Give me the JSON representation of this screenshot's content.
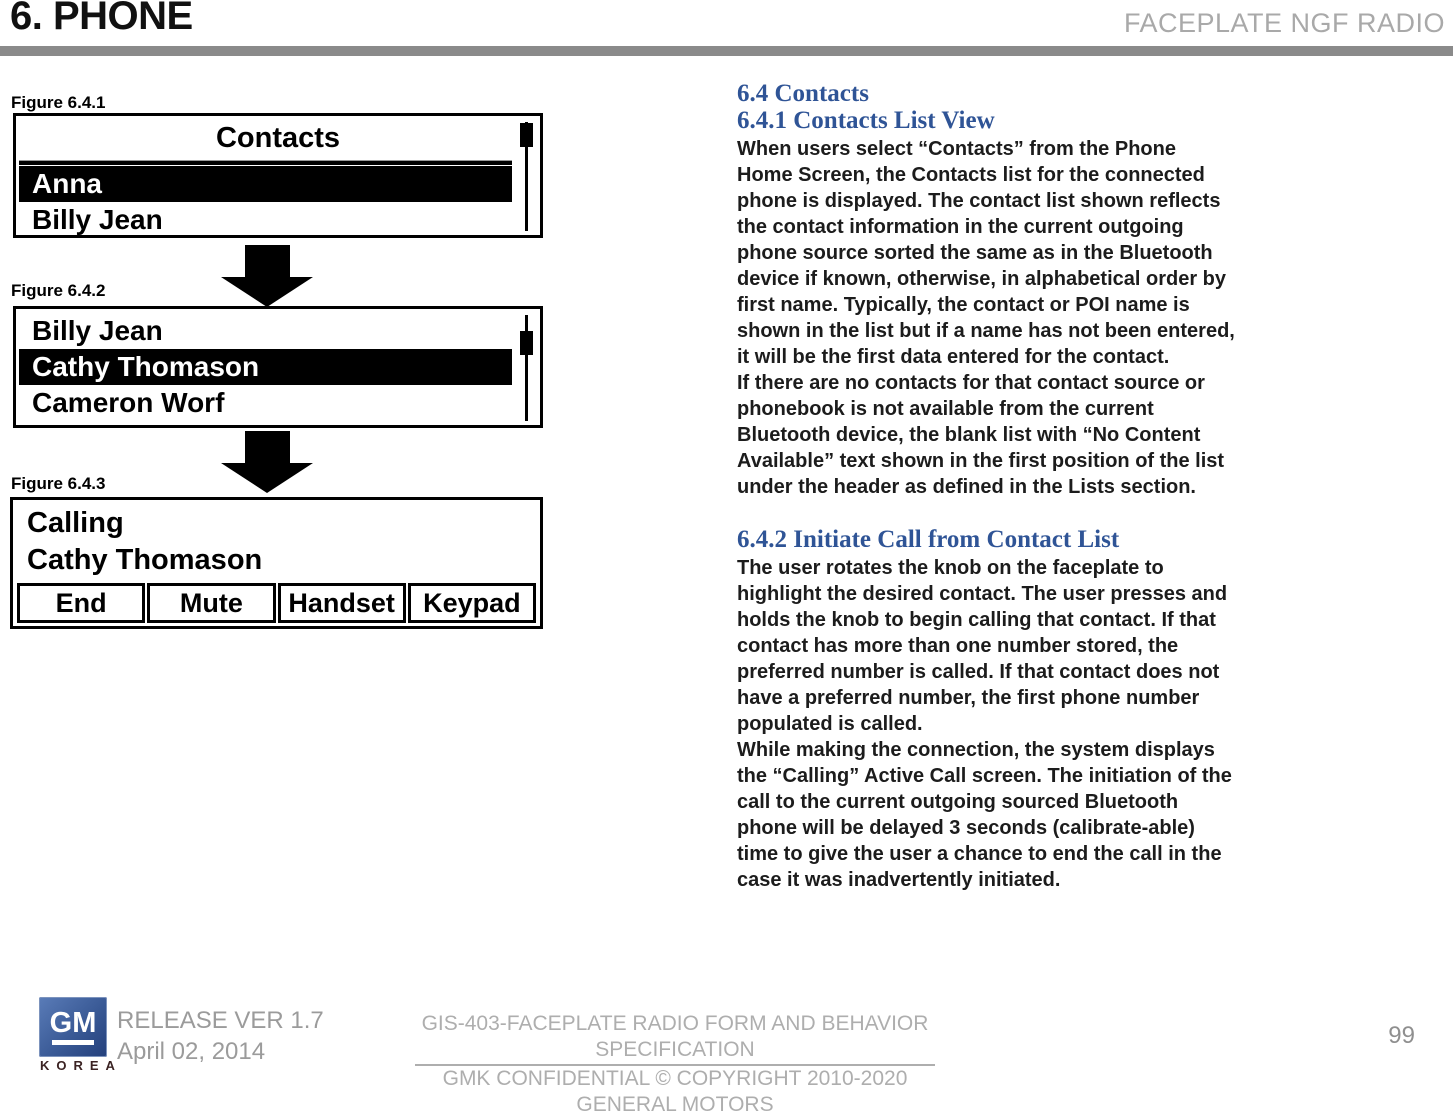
{
  "header": {
    "title": "6. PHONE",
    "subtitle": "FACEPLATE NGF RADIO"
  },
  "figures": [
    {
      "label": "Figure 6.4.1",
      "screen": {
        "title": "Contacts",
        "items": [
          {
            "text": "Anna",
            "highlighted": true
          },
          {
            "text": "Billy Jean",
            "highlighted": false
          }
        ],
        "scrollbar_position": "top"
      }
    },
    {
      "label": "Figure 6.4.2",
      "screen": {
        "items": [
          {
            "text": "Billy Jean",
            "highlighted": false
          },
          {
            "text": "Cathy Thomason",
            "highlighted": true
          },
          {
            "text": "Cameron Worf",
            "highlighted": false
          }
        ],
        "scrollbar_position": "upper-middle"
      }
    },
    {
      "label": "Figure 6.4.3",
      "screen": {
        "lines": [
          "Calling",
          "Cathy Thomason"
        ],
        "buttons": [
          "End",
          "Mute",
          "Handset",
          "Keypad"
        ]
      }
    }
  ],
  "sections": [
    {
      "heading": "6.4 Contacts",
      "subheading": "6.4.1 Contacts List View",
      "paragraphs": [
        "When users select “Contacts” from the Phone Home Screen, the Contacts list for the connected phone is displayed. The contact list shown reflects the contact information in the current outgoing phone source sorted the same as in the Bluetooth device if known, otherwise, in alphabetical order by first name. Typically, the contact or POI name is shown in the list but if a name has not been entered, it will be the first data entered for the contact.",
        "If there are no contacts for that contact source or phonebook is not available from the current Bluetooth device, the blank list with “No Content Available” text shown in the first position of the list under the header as defined in the Lists section."
      ]
    },
    {
      "heading": "6.4.2 Initiate Call from Contact List",
      "paragraphs": [
        "The user rotates the knob on the faceplate to highlight the desired contact. The user presses and holds the knob to begin calling that contact. If that contact has more than one number stored, the preferred number is called. If that contact does not have a preferred number, the first phone number populated is called.",
        "While making the connection, the system displays the “Calling” Active Call screen. The initiation of the call to the current outgoing sourced Bluetooth phone will be delayed 3 seconds (calibrate-able) time to give the user a chance to end the call in the case it was inadvertently initiated."
      ]
    }
  ],
  "footer": {
    "logo": {
      "text": "GM",
      "country": "KOREA"
    },
    "release_line1": "RELEASE VER 1.7",
    "release_line2": "April 02, 2014",
    "doc_title": "GIS-403-FACEPLATE RADIO FORM AND BEHAVIOR SPECIFICATION",
    "confidential": "GMK CONFIDENTIAL © COPYRIGHT 2010-2020 GENERAL MOTORS",
    "page_number": "99"
  },
  "colors": {
    "heading_blue": "#2F5496",
    "header_bar_gray": "#8a8a8a",
    "header_sub_gray": "#a9a9a9",
    "footer_gray": "#aeaeae",
    "highlight": "#000000",
    "gm_logo_blue": "#3a5a96"
  }
}
